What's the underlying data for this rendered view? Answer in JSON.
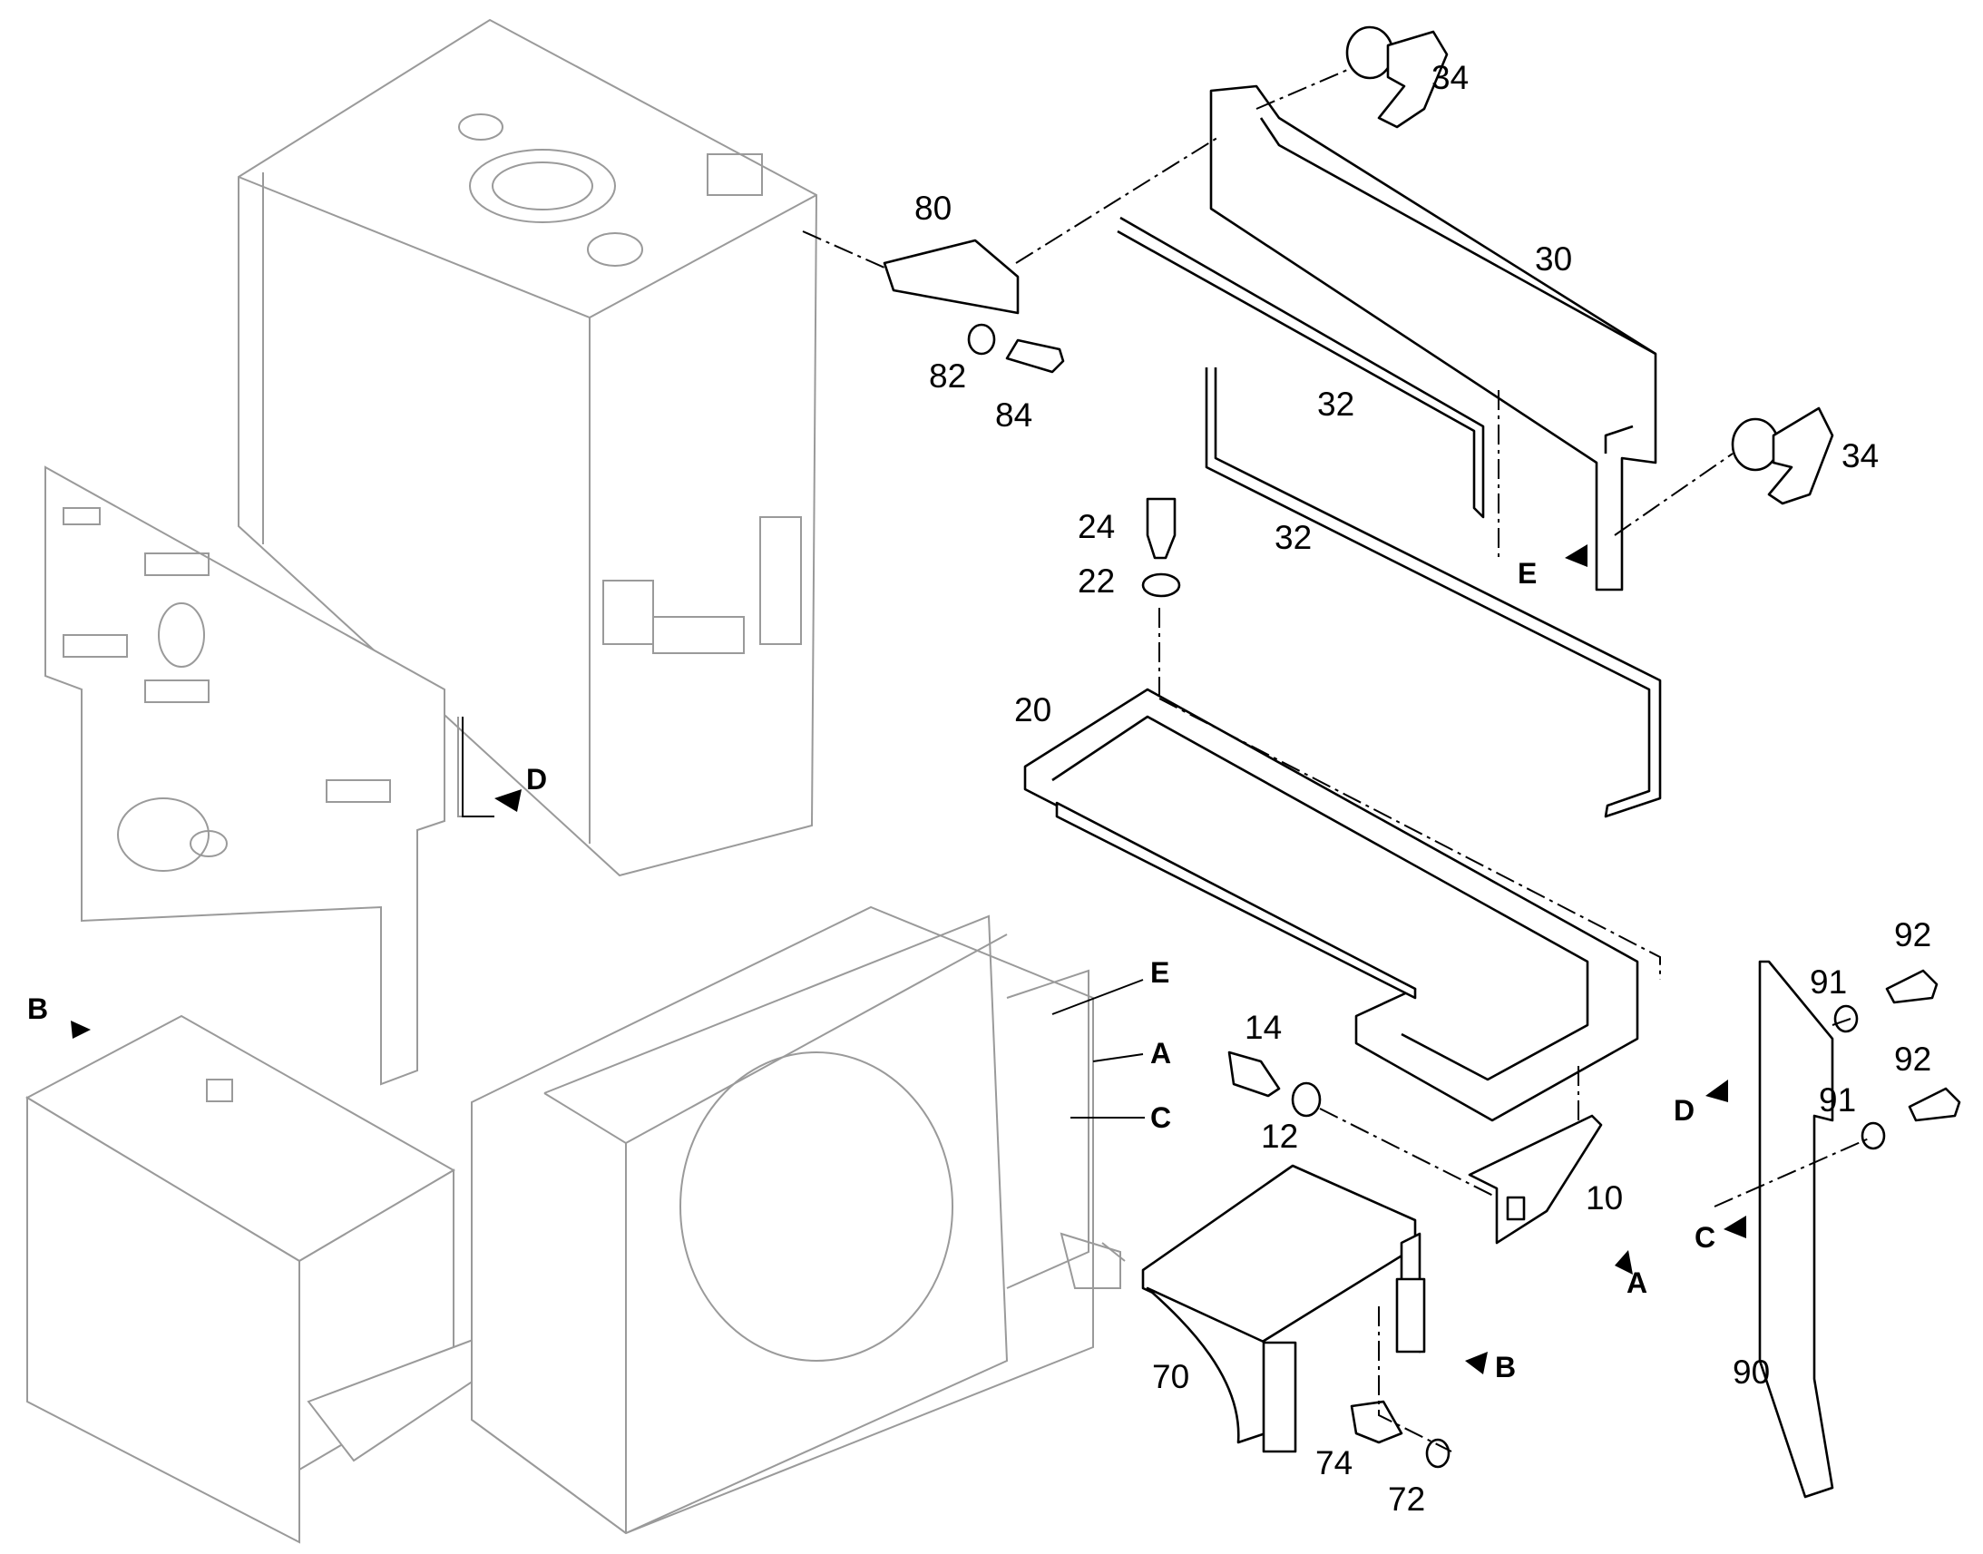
{
  "diagram": {
    "part_numbers": {
      "p10": "10",
      "p12": "12",
      "p14": "14",
      "p20": "20",
      "p22": "22",
      "p24": "24",
      "p30": "30",
      "p32a": "32",
      "p32b": "32",
      "p34a": "34",
      "p34b": "34",
      "p70": "70",
      "p72": "72",
      "p74": "74",
      "p80": "80",
      "p82": "82",
      "p84": "84",
      "p90": "90",
      "p91a": "91",
      "p91b": "91",
      "p92a": "92",
      "p92b": "92"
    },
    "reference_labels": {
      "A_arrow": "A",
      "A_mount": "A",
      "B_arrow_top": "B",
      "B_arrow_bottom": "B",
      "C_arrow": "C",
      "C_mount": "C",
      "D_arrow_left": "D",
      "D_arrow_right": "D",
      "E_arrow": "E",
      "E_mount": "E"
    },
    "icons": [
      "reference-arrow-icon"
    ]
  }
}
